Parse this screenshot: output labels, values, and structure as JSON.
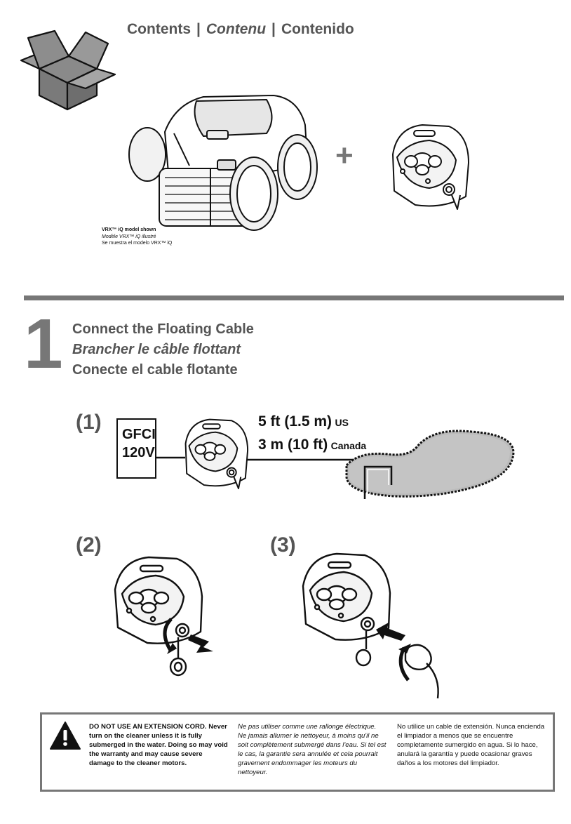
{
  "header": {
    "title_en": "Contents",
    "title_sep1": "|",
    "title_fr": "Contenu",
    "title_sep2": "|",
    "title_es": "Contenido"
  },
  "contents": {
    "plus": "+",
    "caption_en": "VRX™ iQ model shown",
    "caption_fr": "Modèle VRX™ iQ illustré",
    "caption_es": "Se muestra el modelo VRX™ iQ"
  },
  "step1": {
    "number": "1",
    "title_en": "Connect the Floating Cable",
    "title_fr": "Brancher le câble flottant",
    "title_es": "Conecte el cable flotante",
    "sub1": "(1)",
    "sub2": "(2)",
    "sub3": "(3)",
    "gfci_line1": "GFCI",
    "gfci_line2": "120V",
    "cable_us_big": "5 ft (1.5 m)",
    "cable_us_small": "US",
    "cable_ca_big": "3 m (10 ft)",
    "cable_ca_small": "Canada"
  },
  "warning": {
    "icon": "warning-triangle-icon",
    "en": "DO NOT USE AN EXTENSION CORD. Never turn on the cleaner unless it is fully submerged in the water. Doing so may void the warranty and may cause severe damage to the cleaner motors.",
    "fr": "Ne pas utiliser comme une rallonge électrique. Ne jamais allumer le nettoyeur, à moins qu'il ne soit complètement submergé dans l'eau.  Si tel est le cas, la garantie sera annulée et cela pourrait gravement endommager les moteurs du nettoyeur.",
    "es": "No utilice un cable de extensión. Nunca encienda el limpiador a menos que se encuentre completamente sumergido en agua.  Si lo hace, anulará la garantía y puede ocasionar graves daños a los motores del limpiador."
  }
}
